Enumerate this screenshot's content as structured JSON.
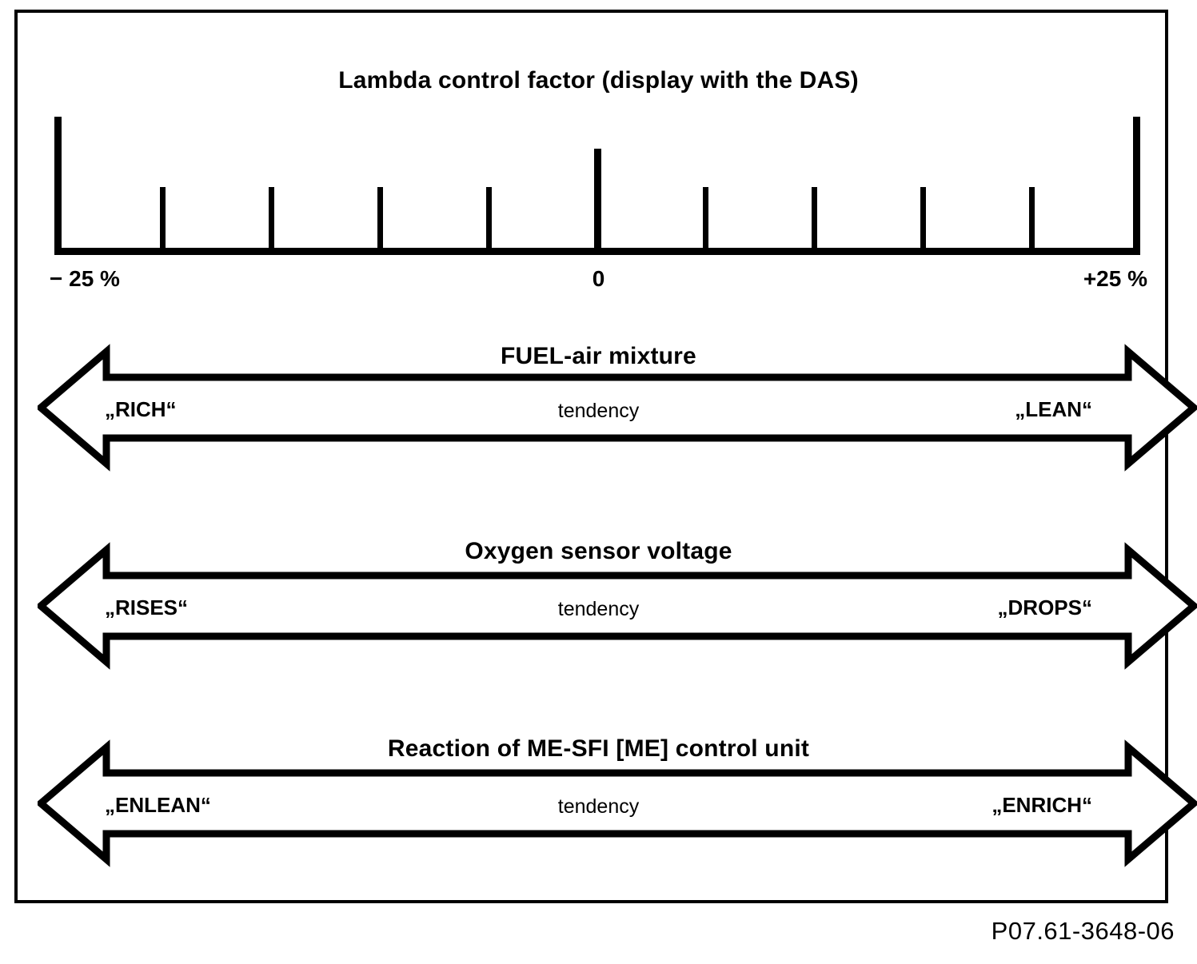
{
  "figure": {
    "reference_code": "P07.61-3648-06"
  },
  "scale": {
    "title": "Lambda control factor (display with the DAS)",
    "left_label": "− 25 %",
    "center_label": "0",
    "right_label": "+25 %",
    "axis_min": -25,
    "axis_max": 25,
    "unit": "%"
  },
  "bands": [
    {
      "title": "FUEL-air mixture",
      "left_label": "„RICH“",
      "center_label": "tendency",
      "right_label": "„LEAN“"
    },
    {
      "title": "Oxygen sensor voltage",
      "left_label": "„RISES“",
      "center_label": "tendency",
      "right_label": "„DROPS“"
    },
    {
      "title": "Reaction of ME-SFI [ME] control unit",
      "left_label": "„ENLEAN“",
      "center_label": "tendency",
      "right_label": "„ENRICH“"
    }
  ],
  "chart_data": {
    "type": "bar",
    "title": "Lambda control factor (display with the DAS)",
    "xlabel": "",
    "ylabel": "",
    "xlim": [
      -25,
      25
    ],
    "grid": false,
    "legend": "none",
    "categories": [
      "-25",
      "-20",
      "-15",
      "-10",
      "-5",
      "0",
      "5",
      "10",
      "15",
      "20",
      "25"
    ],
    "values": [
      173,
      85,
      85,
      85,
      85,
      133,
      85,
      85,
      85,
      85,
      173
    ],
    "tick_kinds": [
      "major-end",
      "minor",
      "minor",
      "minor",
      "minor",
      "major-center",
      "minor",
      "minor",
      "minor",
      "minor",
      "major-end"
    ],
    "annotations": [
      "− 25 %",
      "0",
      "+25 %"
    ]
  }
}
